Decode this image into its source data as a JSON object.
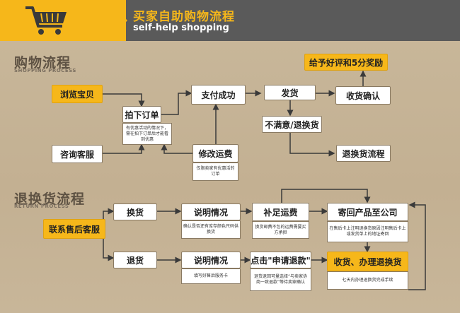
{
  "header": {
    "title": "买家自助购物流程",
    "subtitle": "self-help shopping",
    "cart_icon": "cart-icon",
    "colors": {
      "accent": "#f6b71a",
      "dark": "#5a5a5a"
    }
  },
  "shopping": {
    "title": "购物流程",
    "subtitle": "SHOPPING PROCESS",
    "browse": "浏览宝贝",
    "consult": "咨询客服",
    "order": "拍下订单",
    "order_note": "有优惠活动的情况下，需在拍下订单后才能看到优惠",
    "pay": "支付成功",
    "modify": "修改运费",
    "modify_note": "仅限卖家有优惠活的订单",
    "ship": "发货",
    "receive": "收货确认",
    "reward": "给予好评和5分奖励",
    "unsatisfied": "不满意/退换货",
    "return_flow": "退换货流程"
  },
  "returns": {
    "title": "退换货流程",
    "subtitle": "RETURN PROCESS",
    "contact": "联系售后客服",
    "exchange": "换货",
    "refund": "退货",
    "explain1": "说明情况",
    "explain1_note": "确认是否还有库存颜色尺码供换货",
    "explain2": "说明情况",
    "explain2_note": "填写好售后服务卡",
    "add_freight": "补足运费",
    "add_freight_note": "换货邮费不包的运费需要买方承担",
    "click_refund": "点击\"申请退款\"",
    "click_refund_note": "退货退回可量选择“与卖家协商一致退款”等待卖家确认",
    "send_back": "寄回产品至公司",
    "send_back_note": "在售后卡上注明退换货原因注明售后卡上或发货单上的地址寄回",
    "finish": "收货、办理退换货",
    "finish_note": "七天内办理退换货完成手续"
  }
}
